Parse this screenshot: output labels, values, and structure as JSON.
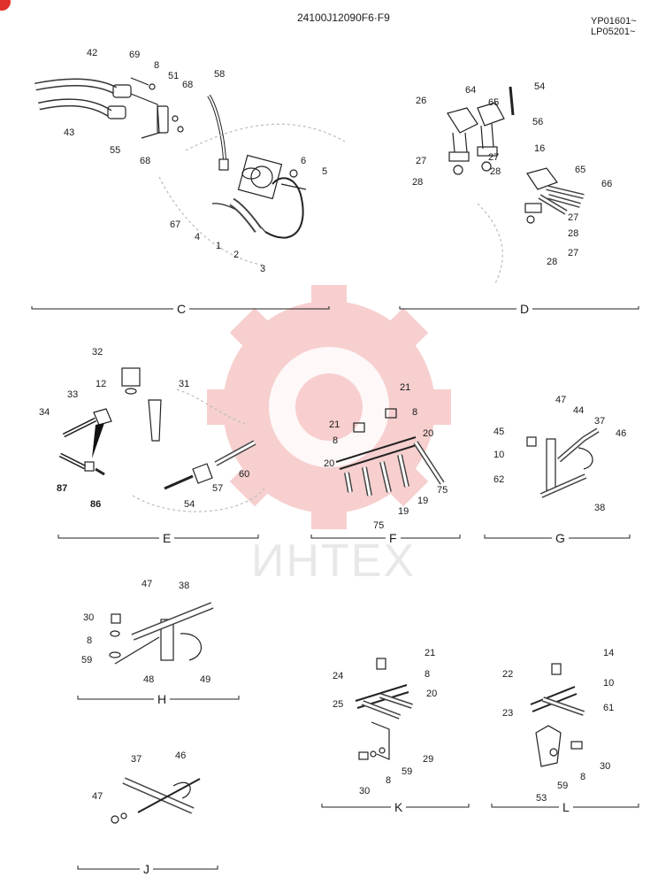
{
  "header": {
    "code": "24100J12090F6·F9",
    "serial_1": "YP01601~",
    "serial_2": "LP05201~"
  },
  "watermark": {
    "text": "ИНТЕХ",
    "color": "#e8e8e8",
    "gear_color": "#f5c0c0"
  },
  "accent": {
    "corner_color": "#e0302b"
  },
  "sections": {
    "C": {
      "title": "C",
      "labels": [
        "42",
        "69",
        "8",
        "51",
        "68",
        "58",
        "43",
        "55",
        "68",
        "6",
        "5",
        "67",
        "4",
        "1",
        "2",
        "3"
      ]
    },
    "D": {
      "title": "D",
      "labels": [
        "26",
        "64",
        "54",
        "65",
        "56",
        "16",
        "27",
        "27",
        "28",
        "28",
        "65",
        "66",
        "27",
        "28",
        "27",
        "28"
      ]
    },
    "E": {
      "title": "E",
      "labels": [
        "32",
        "12",
        "31",
        "33",
        "34",
        "87",
        "86",
        "57",
        "60",
        "54"
      ]
    },
    "F": {
      "title": "F",
      "labels": [
        "21",
        "21",
        "8",
        "8",
        "20",
        "20",
        "75",
        "19",
        "19",
        "75"
      ]
    },
    "G": {
      "title": "G",
      "labels": [
        "47",
        "44",
        "37",
        "46",
        "45",
        "10",
        "62",
        "38"
      ]
    },
    "H": {
      "title": "H",
      "labels": [
        "47",
        "38",
        "30",
        "8",
        "59",
        "48",
        "49"
      ]
    },
    "J": {
      "title": "J",
      "labels": [
        "37",
        "46",
        "47"
      ]
    },
    "K": {
      "title": "K",
      "labels": [
        "21",
        "24",
        "8",
        "20",
        "25",
        "29",
        "59",
        "8",
        "30"
      ]
    },
    "L": {
      "title": "L",
      "labels": [
        "14",
        "22",
        "10",
        "61",
        "23",
        "30",
        "8",
        "59",
        "53"
      ]
    }
  }
}
